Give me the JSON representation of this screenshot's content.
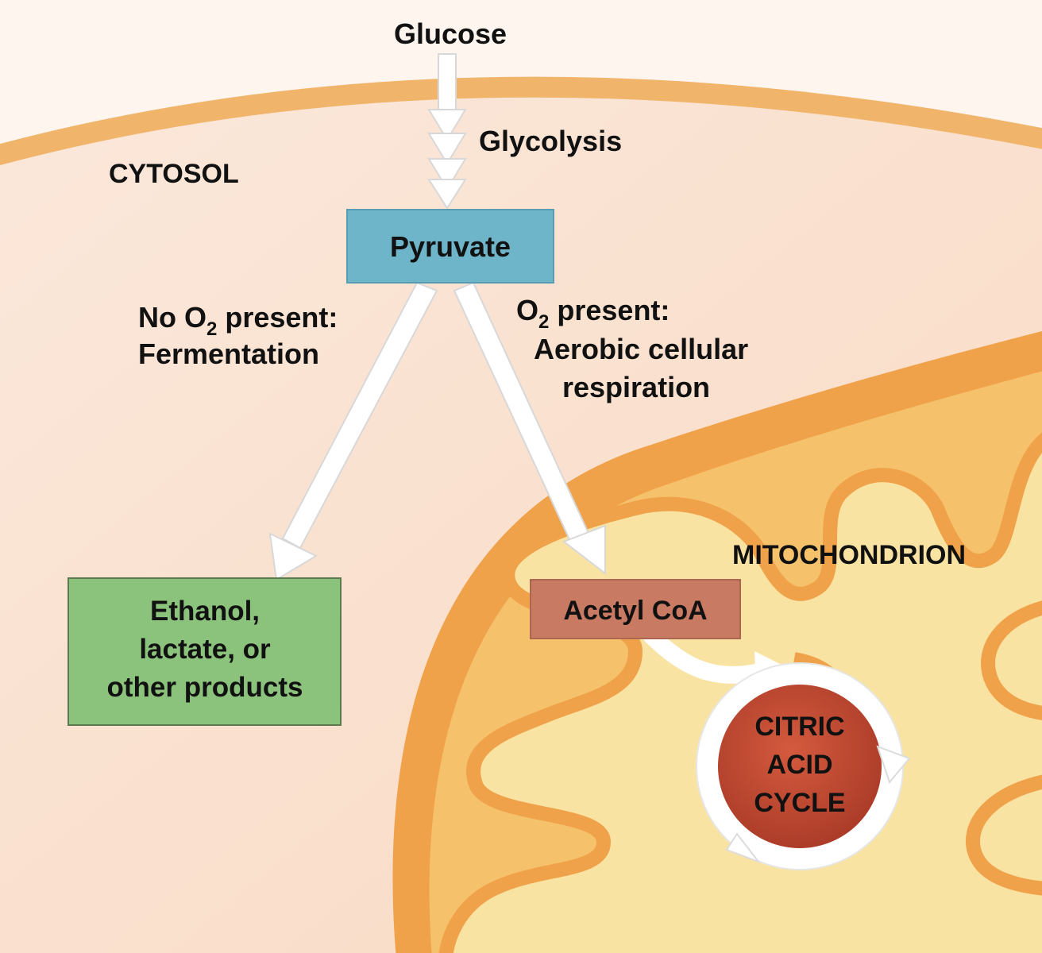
{
  "title_top": "Glucose",
  "step_glycolysis": "Glycolysis",
  "region_cytosol": "CYTOSOL",
  "region_mitochondrion": "MITOCHONDRION",
  "box_pyruvate": "Pyruvate",
  "branch_no_o2": {
    "prefix": "No O",
    "subscript": "2",
    "suffix": " present:",
    "line2": "Fermentation"
  },
  "branch_o2": {
    "prefix": "O",
    "subscript": "2",
    "suffix": " present:",
    "line2": "Aerobic cellular",
    "line3": "respiration"
  },
  "box_products": {
    "line1": "Ethanol,",
    "line2": "lactate, or",
    "line3": "other products"
  },
  "box_acetyl": "Acetyl CoA",
  "cycle": {
    "line1": "CITRIC",
    "line2": "ACID",
    "line3": "CYCLE"
  },
  "colors": {
    "cytosol_bg": "#fbe6d8",
    "membrane": "#f1b46b",
    "mito_outer": "#f0a24a",
    "mito_matrix": "#f9e3a3",
    "pyruvate_box": "#6fb5c9",
    "products_box": "#8cc37c",
    "acetyl_box": "#c97a63",
    "cycle_fill": "#c04a33"
  }
}
